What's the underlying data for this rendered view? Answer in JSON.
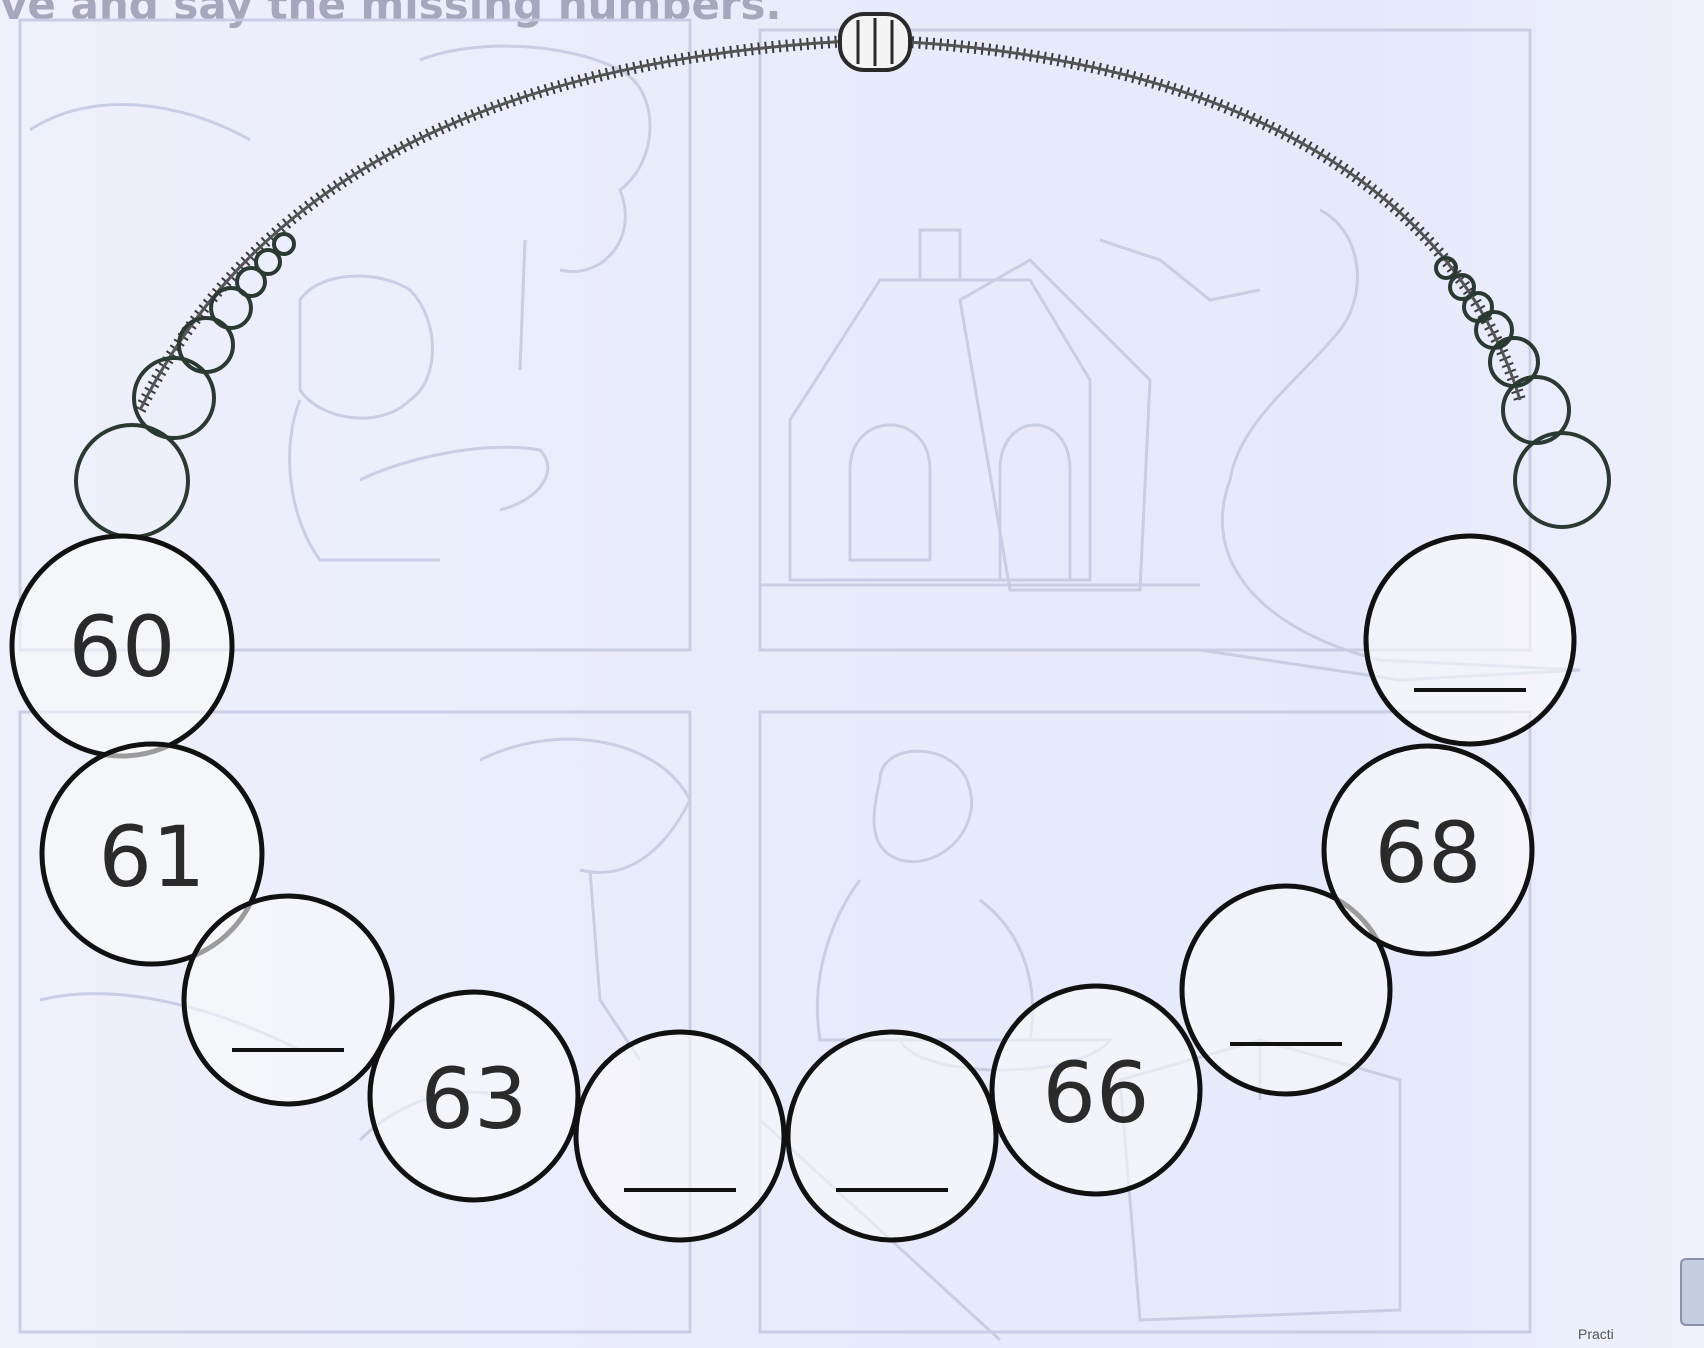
{
  "instruction": "ve and say the missing numbers.",
  "footer_text": "Practi",
  "beads": [
    {
      "id": "60",
      "label": "60",
      "blank": false
    },
    {
      "id": "61",
      "label": "61",
      "blank": false
    },
    {
      "id": "62",
      "label": "",
      "blank": true
    },
    {
      "id": "63",
      "label": "63",
      "blank": false
    },
    {
      "id": "64",
      "label": "",
      "blank": true
    },
    {
      "id": "65",
      "label": "",
      "blank": true
    },
    {
      "id": "66",
      "label": "66",
      "blank": false
    },
    {
      "id": "67",
      "label": "",
      "blank": true
    },
    {
      "id": "68",
      "label": "68",
      "blank": false
    },
    {
      "id": "69",
      "label": "",
      "blank": true
    }
  ]
}
